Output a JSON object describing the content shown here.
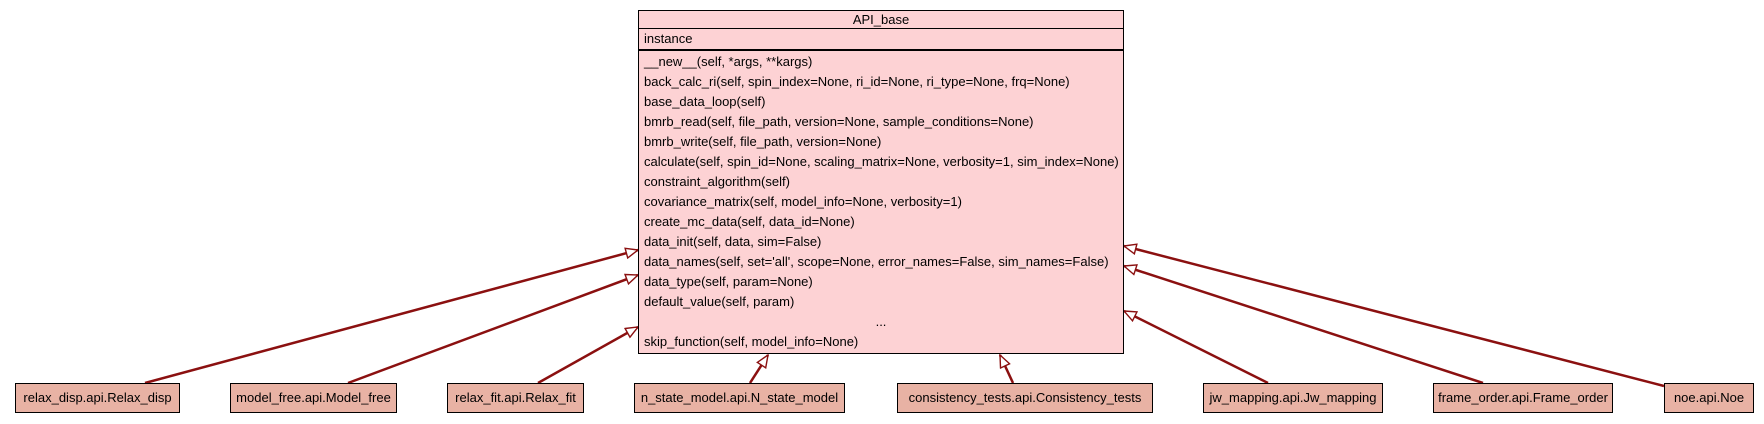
{
  "base_class": {
    "name": "API_base",
    "attributes": [
      "instance"
    ],
    "methods": [
      "__new__(self, *args, **kargs)",
      "back_calc_ri(self, spin_index=None, ri_id=None, ri_type=None, frq=None)",
      "base_data_loop(self)",
      "bmrb_read(self, file_path, version=None, sample_conditions=None)",
      "bmrb_write(self, file_path, version=None)",
      "calculate(self, spin_id=None, scaling_matrix=None, verbosity=1, sim_index=None)",
      "constraint_algorithm(self)",
      "covariance_matrix(self, model_info=None, verbosity=1)",
      "create_mc_data(self, data_id=None)",
      "data_init(self, data, sim=False)",
      "data_names(self, set='all', scope=None, error_names=False, sim_names=False)",
      "data_type(self, param=None)",
      "default_value(self, param)"
    ],
    "ellipsis": "...",
    "last_method": "skip_function(self, model_info=None)"
  },
  "subclasses": [
    {
      "name": "relax_disp.api.Relax_disp"
    },
    {
      "name": "model_free.api.Model_free"
    },
    {
      "name": "relax_fit.api.Relax_fit"
    },
    {
      "name": "n_state_model.api.N_state_model"
    },
    {
      "name": "consistency_tests.api.Consistency_tests"
    },
    {
      "name": "jw_mapping.api.Jw_mapping"
    },
    {
      "name": "frame_order.api.Frame_order"
    },
    {
      "name": "noe.api.Noe"
    }
  ],
  "colors": {
    "base_fill": "#fdd2d4",
    "subclass_fill": "#e8b2a4",
    "edge": "#8b1010"
  }
}
